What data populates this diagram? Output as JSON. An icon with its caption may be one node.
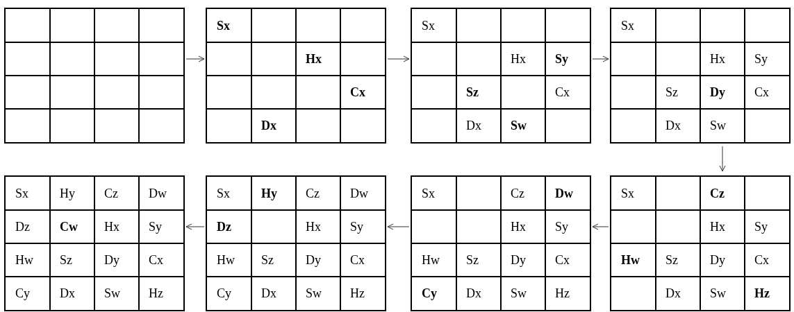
{
  "diagram": {
    "nodes": [
      {
        "text": [],
        "shape": "box"
      },
      {
        "text": [],
        "shape": "box"
      },
      {
        "text": [
          "Sx"
        ],
        "in": 1
      },
      {
        "text": [
          "Hx"
        ],
        "in": 1
      },
      {
        "text": [
          "Cx"
        ],
        "in": 1
      },
      {
        "text": [
          "Dx"
        ],
        "in": 1
      },
      {
        "text": [],
        "shape": "box"
      },
      {
        "text": [
          "Sx"
        ],
        "in": 6
      },
      {
        "text": [
          "Hx"
        ],
        "in": 6
      },
      {
        "text": [
          "Sy"
        ],
        "in": 6
      },
      {
        "text": [
          "Sz"
        ],
        "in": 6
      },
      {
        "text": [
          "Cx"
        ],
        "in": 6
      },
      {
        "text": [
          "Dx"
        ],
        "in": 6
      },
      {
        "text": [
          "Sw"
        ],
        "in": 6
      },
      {
        "text": [],
        "shape": "box"
      },
      {
        "text": [
          "Sx"
        ],
        "in": 14
      },
      {
        "text": [
          "Hx"
        ],
        "in": 14
      },
      {
        "text": [
          "Sy"
        ],
        "in": 14
      },
      {
        "text": [
          "Sz"
        ],
        "in": 14
      },
      {
        "text": [
          "Dy"
        ],
        "in": 14
      },
      {
        "text": [
          "Cx"
        ],
        "in": 14
      },
      {
        "text": [
          "Dx"
        ],
        "in": 14
      },
      {
        "text": [
          "Sw"
        ],
        "in": 14
      },
      {
        "text": [],
        "shape": "box"
      },
      {
        "text": [
          "Sx"
        ],
        "in": 23
      },
      {
        "text": [
          "Cz"
        ],
        "in": 23
      },
      {
        "text": [
          "Hx"
        ],
        "in": 23
      },
      {
        "text": [
          "Sy"
        ],
        "in": 23
      },
      {
        "text": [
          "Hw"
        ],
        "in": 23
      },
      {
        "text": [
          "Sz"
        ],
        "in": 23
      },
      {
        "text": [
          "Dy"
        ],
        "in": 23
      },
      {
        "text": [
          "Cx"
        ],
        "in": 23
      },
      {
        "text": [
          "Dx"
        ],
        "in": 23
      },
      {
        "text": [
          "Sw"
        ],
        "in": 23
      },
      {
        "text": [
          "Hz"
        ],
        "in": 23
      },
      {
        "text": [],
        "shape": "box"
      },
      {
        "text": [
          "Sx"
        ],
        "in": 35
      },
      {
        "text": [
          "Cz"
        ],
        "in": 35
      },
      {
        "text": [
          "Dw"
        ],
        "in": 35
      },
      {
        "text": [
          "Hx"
        ],
        "in": 35
      },
      {
        "text": [
          "Sy"
        ],
        "in": 35
      },
      {
        "text": [
          "Hw"
        ],
        "in": 35
      },
      {
        "text": [
          "Sz"
        ],
        "in": 35
      },
      {
        "text": [
          "Dy"
        ],
        "in": 35
      },
      {
        "text": [
          "Cx"
        ],
        "in": 35
      },
      {
        "text": [
          "Cy"
        ],
        "in": 35
      },
      {
        "text": [
          "Dx"
        ],
        "in": 35
      },
      {
        "text": [
          "Sw"
        ],
        "in": 35
      },
      {
        "text": [
          "Hz"
        ],
        "in": 35
      },
      {
        "text": [],
        "shape": "box"
      },
      {
        "text": [
          "Sx"
        ],
        "in": 49
      },
      {
        "text": [
          "Hy"
        ],
        "in": 49
      },
      {
        "text": [
          "Cz"
        ],
        "in": 49
      },
      {
        "text": [
          "Dw"
        ],
        "in": 49
      },
      {
        "text": [
          "Dz"
        ],
        "in": 49
      },
      {
        "text": [
          "Hx"
        ],
        "in": 49
      },
      {
        "text": [
          "Sy"
        ],
        "in": 49
      },
      {
        "text": [
          "Hw"
        ],
        "in": 49
      },
      {
        "text": [
          "Sz"
        ],
        "in": 49
      },
      {
        "text": [
          "Dy"
        ],
        "in": 49
      },
      {
        "text": [
          "Cx"
        ],
        "in": 49
      },
      {
        "text": [
          "Cy"
        ],
        "in": 49
      },
      {
        "text": [
          "Dx"
        ],
        "in": 49
      },
      {
        "text": [
          "Sw"
        ],
        "in": 49
      },
      {
        "text": [
          "Hz"
        ],
        "in": 49
      },
      {
        "text": [],
        "shape": "box"
      },
      {
        "text": [
          "Sx"
        ],
        "in": 65
      },
      {
        "text": [
          "Hy"
        ],
        "in": 65
      },
      {
        "text": [
          "Cz"
        ],
        "in": 65
      },
      {
        "text": [
          "Dw"
        ],
        "in": 65
      },
      {
        "text": [
          "Dz"
        ],
        "in": 65
      },
      {
        "text": [
          "Cw"
        ],
        "in": 65
      },
      {
        "text": [
          "Hx"
        ],
        "in": 65
      },
      {
        "text": [
          "Sy"
        ],
        "in": 65
      },
      {
        "text": [
          "Hw"
        ],
        "in": 65
      },
      {
        "text": [
          "Sz"
        ],
        "in": 65
      },
      {
        "text": [
          "Dy"
        ],
        "in": 65
      },
      {
        "text": [
          "Cx"
        ],
        "in": 65
      },
      {
        "text": [
          "Cy"
        ],
        "in": 65
      },
      {
        "text": [
          "Dx"
        ],
        "in": 65
      },
      {
        "text": [
          "Sw"
        ],
        "in": 65
      },
      {
        "text": [
          "Hz"
        ],
        "in": 65
      }
    ],
    "edges": [
      {
        "from": 0,
        "to": 1,
        "arrow": "to"
      },
      {
        "from": 1,
        "to": 6,
        "arrow": "to"
      },
      {
        "from": 6,
        "to": 14,
        "arrow": "to"
      },
      {
        "from": 14,
        "to": 23,
        "arrow": "to"
      },
      {
        "from": 23,
        "to": 35,
        "arrow": "to"
      },
      {
        "from": 35,
        "to": 49,
        "arrow": "to"
      },
      {
        "from": 49,
        "to": 65,
        "arrow": "to"
      }
    ]
  }
}
